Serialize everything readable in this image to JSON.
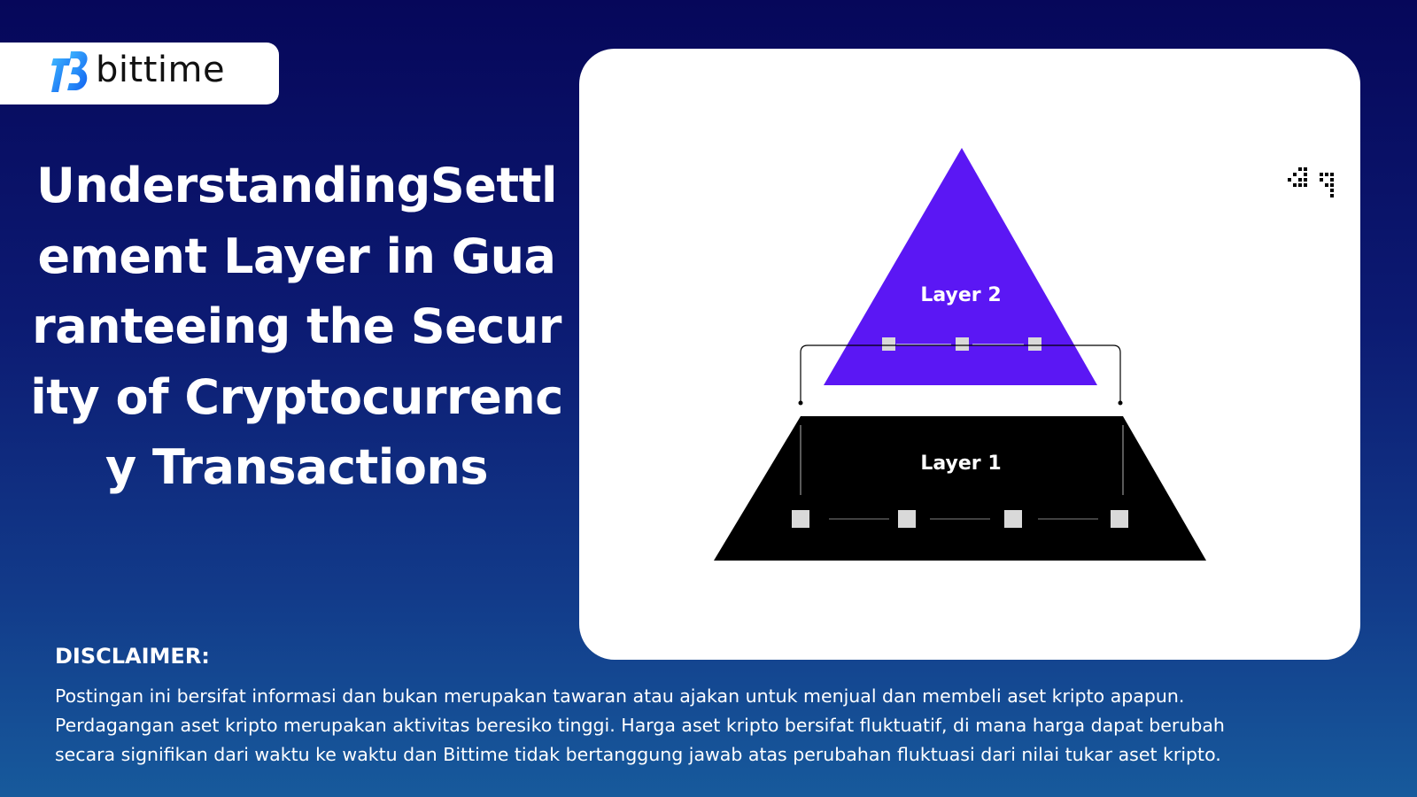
{
  "brand": {
    "name": "bittime"
  },
  "title": "UnderstandingSettlement Layer in Guaranteeing the Security of Cryptocurrency Transactions",
  "diagram": {
    "top_label": "Layer 2",
    "bottom_label": "Layer 1",
    "top_color": "#5b17f4",
    "bottom_color": "#000000"
  },
  "disclaimer": {
    "heading": "DISCLAIMER:",
    "lines": [
      "Postingan ini bersifat informasi dan bukan merupakan tawaran atau ajakan untuk menjual dan membeli aset kripto apapun.",
      "Perdagangan aset kripto merupakan aktivitas beresiko tinggi. Harga aset kripto bersifat fluktuatif, di mana harga dapat berubah",
      "secara signifikan dari waktu ke waktu dan Bittime tidak bertanggung jawab atas perubahan fluktuasi dari nilai tukar aset kripto."
    ]
  },
  "colors": {
    "background_top": "#06075a",
    "background_bottom": "#175a9c",
    "logo_blue": "#1e88ff"
  }
}
